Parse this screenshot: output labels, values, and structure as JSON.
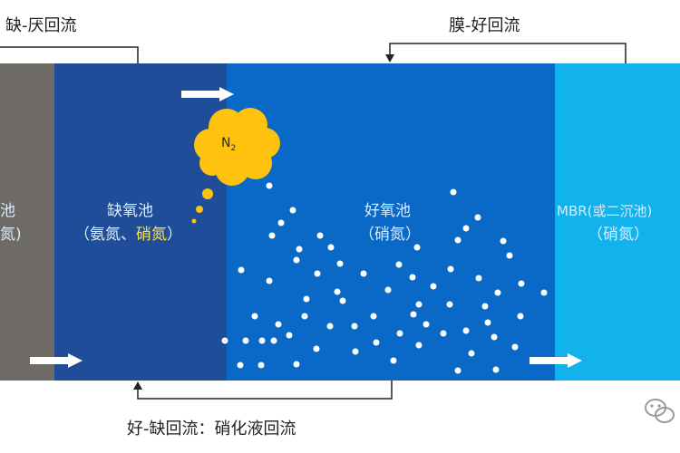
{
  "recycle": {
    "top_left": "缺-厌回流",
    "top_right": "膜-好回流",
    "bottom": "好-缺回流：硝化液回流"
  },
  "tanks": {
    "left_partial": {
      "line1": "池",
      "line2": "氮)"
    },
    "anoxic": {
      "name": "缺氧池",
      "sub_open": "（氨氮、",
      "sub_highlight": "硝氮",
      "sub_close": "）"
    },
    "aerobic": {
      "name": "好氧池",
      "sub": "（硝氮）"
    },
    "mbr": {
      "name": "MBR(或二沉池)",
      "sub": "（硝氮）"
    }
  },
  "gas_bubble": {
    "label": "N",
    "subscript": "2"
  },
  "colors": {
    "grey_tank": "#6e6a66",
    "anoxic_tank": "#1f4d9a",
    "aerobic_tank": "#0a69c6",
    "mbr_tank": "#12b3ec",
    "bubble": "#ffc20e",
    "highlight_text": "#ffe04a"
  }
}
